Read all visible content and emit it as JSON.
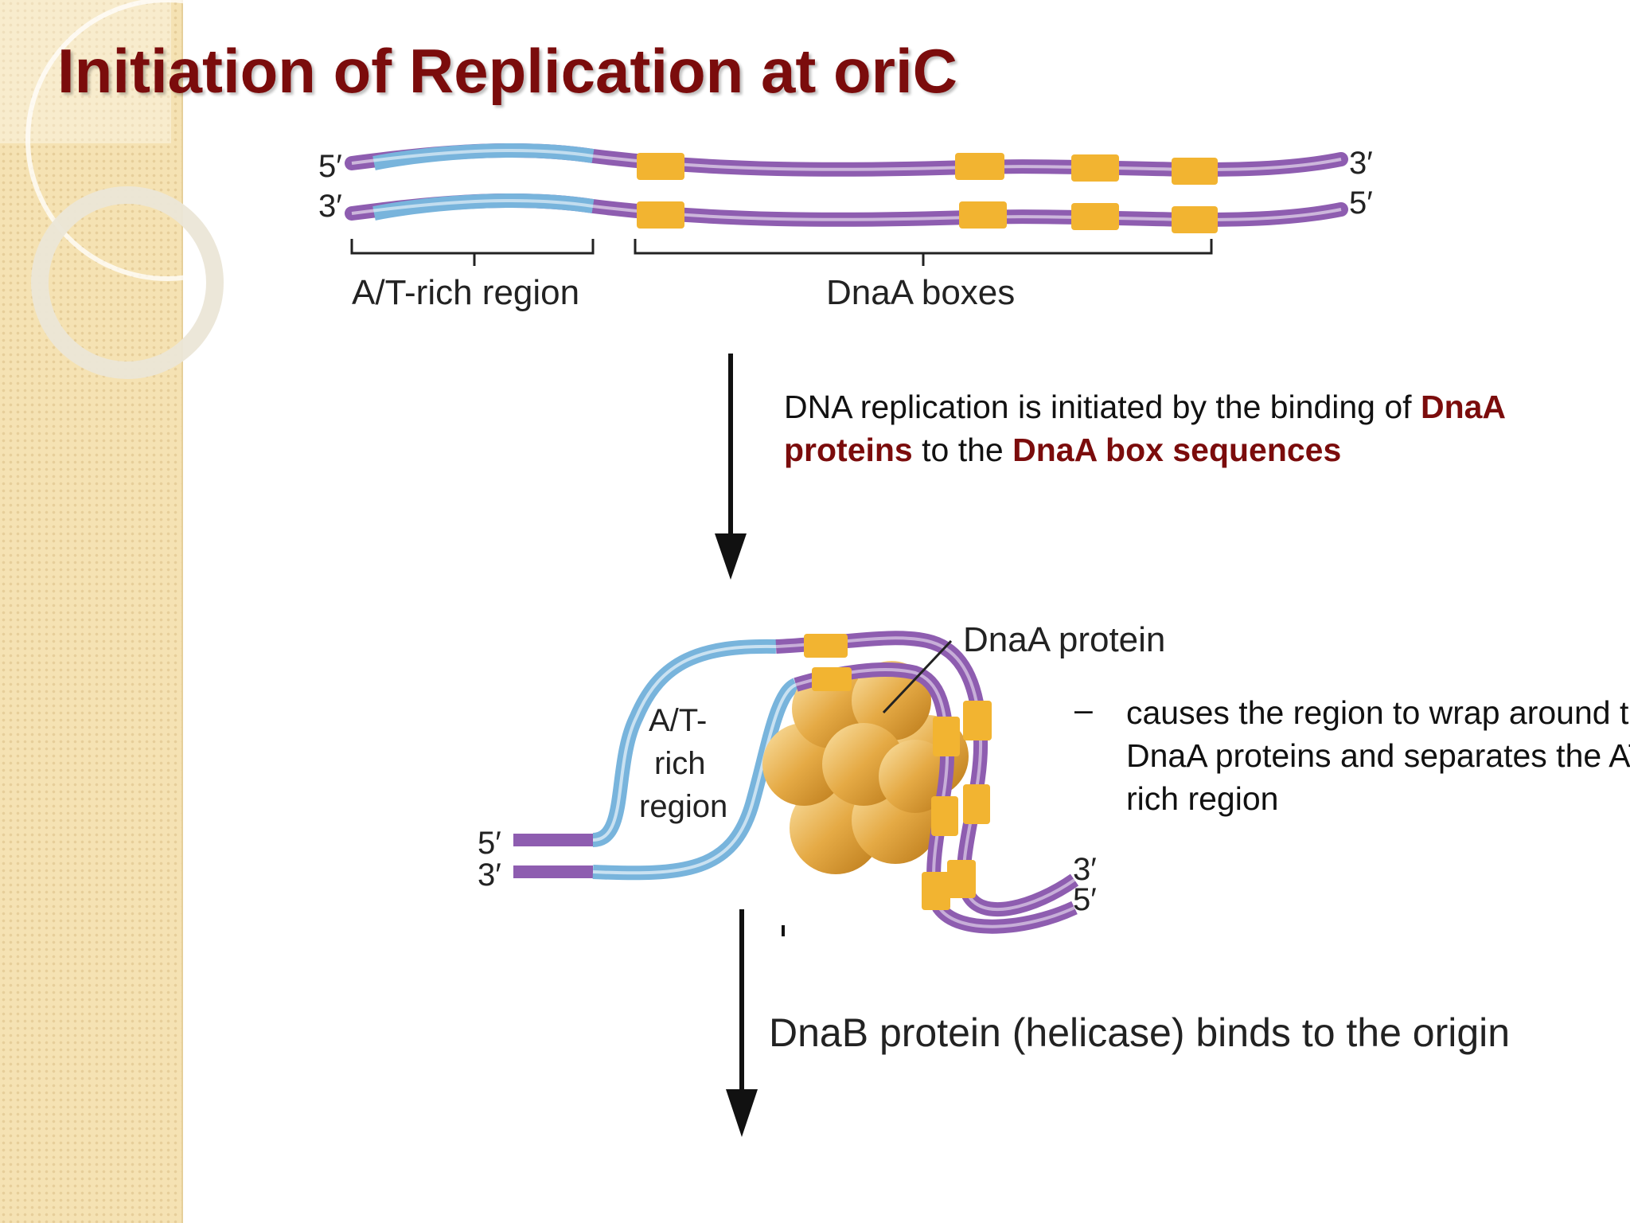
{
  "slide": {
    "title": "Initiation of Replication at oriC"
  },
  "diagram": {
    "top_strand_left_top": "5′",
    "top_strand_left_bottom": "3′",
    "top_strand_right_top": "3′",
    "top_strand_right_bottom": "5′",
    "at_rich_label": "A/T-rich region",
    "dnaa_boxes_label": "DnaA boxes",
    "dnaa_protein_label": "DnaA protein",
    "bent_at_rich_line1": "A/T-",
    "bent_at_rich_line2": "rich",
    "bent_at_rich_line3": "region",
    "bottom_left_top": "5′",
    "bottom_left_bottom": "3′",
    "bottom_right_top": "3′",
    "bottom_right_bottom": "5′",
    "dnab_caption": "DnaB protein (helicase) binds to the origin",
    "colors": {
      "at_rich": "#78b4dc",
      "dnaa_box": "#f2b431",
      "strand": "#8e5db0",
      "protein": "#e0a83a",
      "title": "#7b0c0c"
    }
  },
  "text": {
    "para1_part1": "DNA replication is initiated by the binding of ",
    "para1_hl1": "DnaA proteins",
    "para1_part2": " to the ",
    "para1_hl2": "DnaA box sequences",
    "bullet_dash": "–",
    "para2": "causes the region to wrap around the DnaA proteins and separates the AT-rich region"
  }
}
